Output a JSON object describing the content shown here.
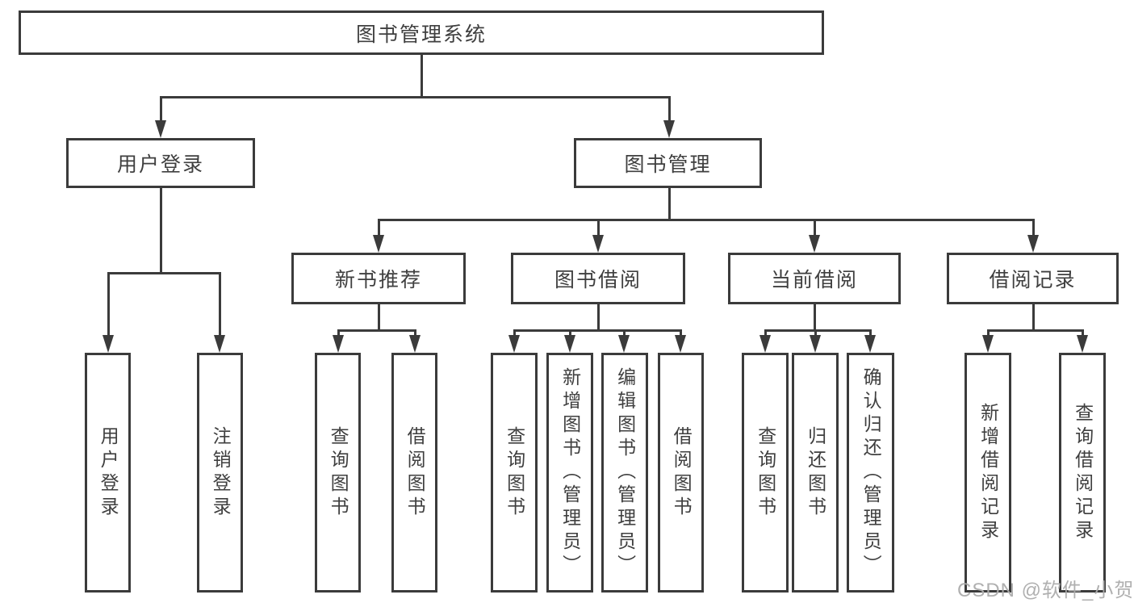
{
  "colors": {
    "line": "#3b3b3b",
    "text": "#3f3f3f",
    "background": "#ffffff",
    "watermark": "#acacac"
  },
  "tree": {
    "label": "图书管理系统",
    "children": [
      {
        "label": "用户登录",
        "children": [
          {
            "label": "用户登录"
          },
          {
            "label": "注销登录"
          }
        ]
      },
      {
        "label": "图书管理",
        "children": [
          {
            "label": "新书推荐",
            "children": [
              {
                "label": "查询图书"
              },
              {
                "label": "借阅图书"
              }
            ]
          },
          {
            "label": "图书借阅",
            "children": [
              {
                "label": "查询图书"
              },
              {
                "label": "新增图书（管理员）"
              },
              {
                "label": "编辑图书（管理员）"
              },
              {
                "label": "借阅图书"
              }
            ]
          },
          {
            "label": "当前借阅",
            "children": [
              {
                "label": "查询图书"
              },
              {
                "label": "归还图书"
              },
              {
                "label": "确认归还（管理员）"
              }
            ]
          },
          {
            "label": "借阅记录",
            "children": [
              {
                "label": "新增借阅记录"
              },
              {
                "label": "查询借阅记录"
              }
            ]
          }
        ]
      }
    ]
  },
  "watermark": {
    "text": "CSDN @软件_小贺同学"
  }
}
